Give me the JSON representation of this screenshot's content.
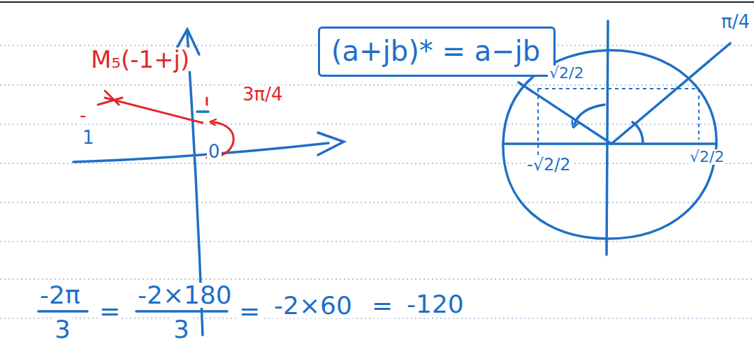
{
  "diagram": {
    "nodes": [
      {
        "text": [
          "(a+jb)* = a−jb"
        ]
      }
    ],
    "labels": [
      "M₅(-1+j)",
      "3π/4",
      "-",
      "1",
      "0",
      "π/4",
      "√2/2",
      "-√2/2",
      "√2/2",
      "-2π",
      "3",
      "=",
      "-2×180",
      "3",
      "=",
      "-2×60",
      "=",
      "-120"
    ]
  }
}
